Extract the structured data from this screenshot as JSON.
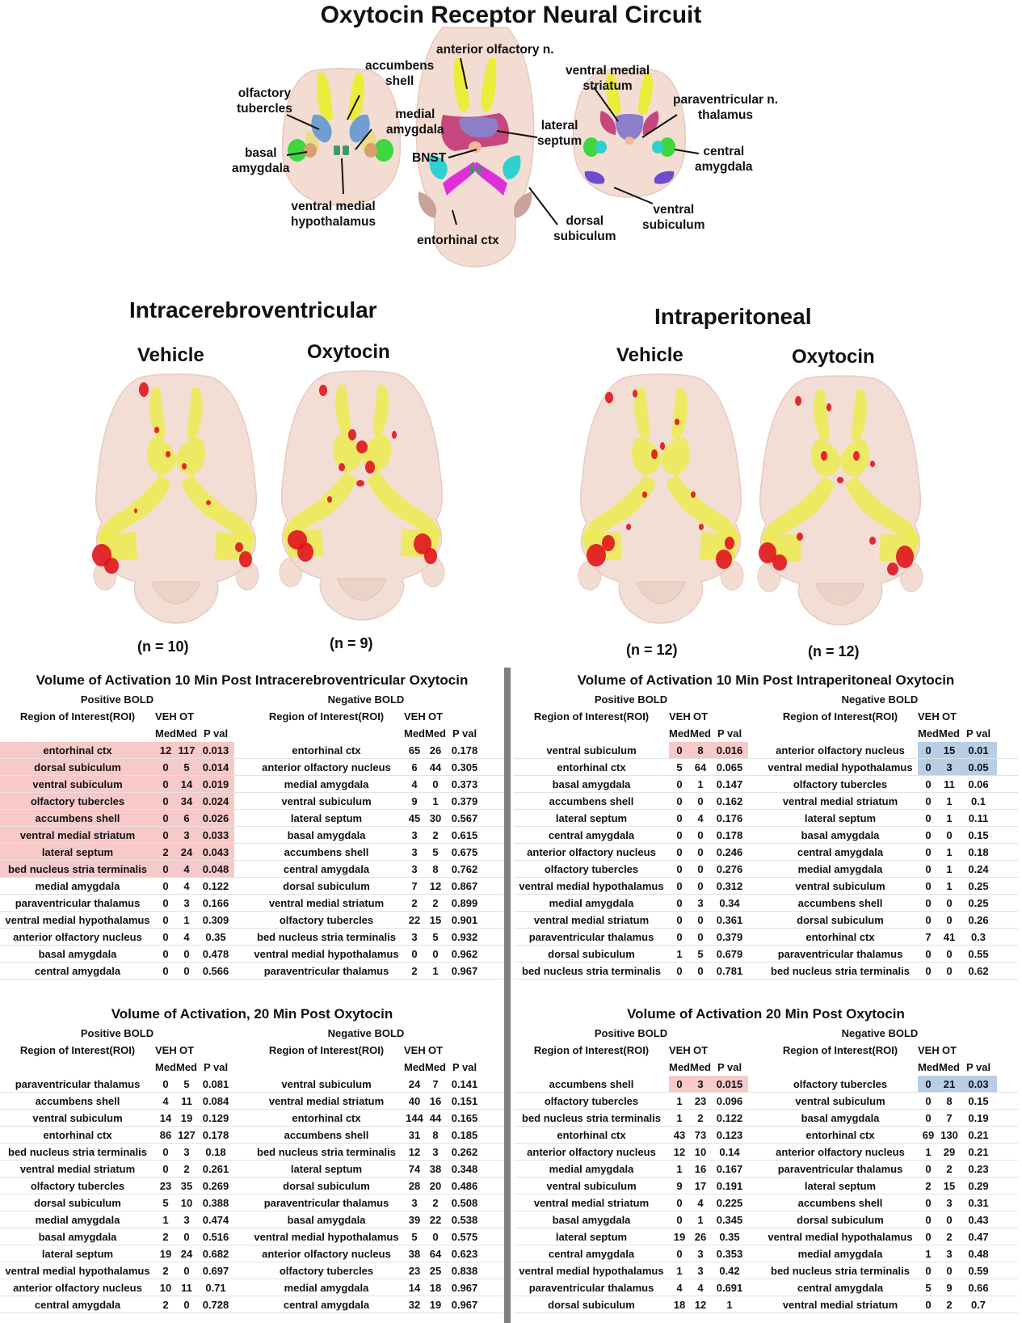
{
  "figure": {
    "title": "Oxytocin Receptor Neural Circuit",
    "labels": {
      "anterior_olfactory": "anterior olfactory n.",
      "accumbens_shell": [
        "accumbens",
        "shell"
      ],
      "olfactory_tubercles": [
        "olfactory",
        "tubercles"
      ],
      "medial_amygdala": [
        "medial",
        "amygdala"
      ],
      "basal_amygdala": [
        "basal",
        "amygdala"
      ],
      "ventral_medial_hypothalamus": [
        "ventral medial",
        "hypothalamus"
      ],
      "ventral_medial_striatum": [
        "ventral medial",
        "striatum"
      ],
      "lateral_septum": [
        "lateral",
        "septum"
      ],
      "bnst": "BNST",
      "paraventricular_thalamus": [
        "paraventricular n.",
        "thalamus"
      ],
      "central_amygdala": [
        "central",
        "amygdala"
      ],
      "ventral_subiculum": [
        "ventral",
        "subiculum"
      ],
      "dorsal_subiculum": [
        "dorsal",
        "subiculum"
      ],
      "entorhinal_ctx": "entorhinal ctx"
    },
    "icv": {
      "heading": "Intracerebroventricular",
      "vehicle": "Vehicle",
      "oxytocin": "Oxytocin",
      "n_vehicle": "(n = 10)",
      "n_oxytocin": "(n = 9)"
    },
    "ip": {
      "heading": "Intraperitoneal",
      "vehicle": "Vehicle",
      "oxytocin": "Oxytocin",
      "n_vehicle": "(n = 12)",
      "n_oxytocin": "(n = 12)"
    }
  },
  "headers": {
    "positive": "Positive BOLD",
    "negative": "Negative BOLD",
    "roi": "Region of Interest(ROI)",
    "veh": "VEH",
    "ot": "OT",
    "med_veh": "Med",
    "med_ot": "Med",
    "pval": "P val"
  },
  "colors": {
    "pink_highlight": "#f8c9c9",
    "blue_highlight": "#b8cde6",
    "activation": "#e0141e",
    "roi_yellow": "#ecec3c",
    "divider": "#7f7f7f"
  },
  "tables": [
    {
      "title": "Volume of Activation 10 Min Post Intracerebroventricular Oxytocin",
      "positive": [
        {
          "roi": "entorhinal ctx",
          "veh": "12",
          "ot": "117",
          "p": "0.013",
          "hl": "pink"
        },
        {
          "roi": "dorsal subiculum",
          "veh": "0",
          "ot": "5",
          "p": "0.014",
          "hl": "pink"
        },
        {
          "roi": "ventral subiculum",
          "veh": "0",
          "ot": "14",
          "p": "0.019",
          "hl": "pink"
        },
        {
          "roi": "olfactory tubercles",
          "veh": "0",
          "ot": "34",
          "p": "0.024",
          "hl": "pink"
        },
        {
          "roi": "accumbens shell",
          "veh": "0",
          "ot": "6",
          "p": "0.026",
          "hl": "pink"
        },
        {
          "roi": "ventral medial striatum",
          "veh": "0",
          "ot": "3",
          "p": "0.033",
          "hl": "pink"
        },
        {
          "roi": "lateral septum",
          "veh": "2",
          "ot": "24",
          "p": "0.043",
          "hl": "pink"
        },
        {
          "roi": "bed nucleus stria terminalis",
          "veh": "0",
          "ot": "4",
          "p": "0.048",
          "hl": "pink"
        },
        {
          "roi": "medial amygdala",
          "veh": "0",
          "ot": "4",
          "p": "0.122",
          "hl": ""
        },
        {
          "roi": "paraventricular thalamus",
          "veh": "0",
          "ot": "3",
          "p": "0.166",
          "hl": ""
        },
        {
          "roi": "ventral medial hypothalamus",
          "veh": "0",
          "ot": "1",
          "p": "0.309",
          "hl": ""
        },
        {
          "roi": "anterior olfactory nucleus",
          "veh": "0",
          "ot": "4",
          "p": "0.35",
          "hl": ""
        },
        {
          "roi": "basal amygdala",
          "veh": "0",
          "ot": "0",
          "p": "0.478",
          "hl": ""
        },
        {
          "roi": "central amygdala",
          "veh": "0",
          "ot": "0",
          "p": "0.566",
          "hl": ""
        }
      ],
      "negative": [
        {
          "roi": "entorhinal ctx",
          "veh": "65",
          "ot": "26",
          "p": "0.178",
          "hl": ""
        },
        {
          "roi": "anterior olfactory nucleus",
          "veh": "6",
          "ot": "44",
          "p": "0.305",
          "hl": ""
        },
        {
          "roi": "medial amygdala",
          "veh": "4",
          "ot": "0",
          "p": "0.373",
          "hl": ""
        },
        {
          "roi": "ventral subiculum",
          "veh": "9",
          "ot": "1",
          "p": "0.379",
          "hl": ""
        },
        {
          "roi": "lateral septum",
          "veh": "45",
          "ot": "30",
          "p": "0.567",
          "hl": ""
        },
        {
          "roi": "basal amygdala",
          "veh": "3",
          "ot": "2",
          "p": "0.615",
          "hl": ""
        },
        {
          "roi": "accumbens shell",
          "veh": "3",
          "ot": "5",
          "p": "0.675",
          "hl": ""
        },
        {
          "roi": "central amygdala",
          "veh": "3",
          "ot": "8",
          "p": "0.762",
          "hl": ""
        },
        {
          "roi": "dorsal subiculum",
          "veh": "7",
          "ot": "12",
          "p": "0.867",
          "hl": ""
        },
        {
          "roi": "ventral medial striatum",
          "veh": "2",
          "ot": "2",
          "p": "0.899",
          "hl": ""
        },
        {
          "roi": "olfactory tubercles",
          "veh": "22",
          "ot": "15",
          "p": "0.901",
          "hl": ""
        },
        {
          "roi": "bed nucleus stria terminalis",
          "veh": "3",
          "ot": "5",
          "p": "0.932",
          "hl": ""
        },
        {
          "roi": "ventral medial hypothalamus",
          "veh": "0",
          "ot": "0",
          "p": "0.962",
          "hl": ""
        },
        {
          "roi": "paraventricular thalamus",
          "veh": "2",
          "ot": "1",
          "p": "0.967",
          "hl": ""
        }
      ]
    },
    {
      "title": "Volume of Activation 10 Min Post Intraperitoneal Oxytocin",
      "positive": [
        {
          "roi": "ventral subiculum",
          "veh": "0",
          "ot": "8",
          "p": "0.016",
          "hl": "pink-num"
        },
        {
          "roi": "entorhinal ctx",
          "veh": "5",
          "ot": "64",
          "p": "0.065",
          "hl": ""
        },
        {
          "roi": "basal amygdala",
          "veh": "0",
          "ot": "1",
          "p": "0.147",
          "hl": ""
        },
        {
          "roi": "accumbens shell",
          "veh": "0",
          "ot": "0",
          "p": "0.162",
          "hl": ""
        },
        {
          "roi": "lateral septum",
          "veh": "0",
          "ot": "4",
          "p": "0.176",
          "hl": ""
        },
        {
          "roi": "central amygdala",
          "veh": "0",
          "ot": "0",
          "p": "0.178",
          "hl": ""
        },
        {
          "roi": "anterior olfactory nucleus",
          "veh": "0",
          "ot": "0",
          "p": "0.246",
          "hl": ""
        },
        {
          "roi": "olfactory tubercles",
          "veh": "0",
          "ot": "0",
          "p": "0.276",
          "hl": ""
        },
        {
          "roi": "ventral medial hypothalamus",
          "veh": "0",
          "ot": "0",
          "p": "0.312",
          "hl": ""
        },
        {
          "roi": "medial amygdala",
          "veh": "0",
          "ot": "3",
          "p": "0.34",
          "hl": ""
        },
        {
          "roi": "ventral medial striatum",
          "veh": "0",
          "ot": "0",
          "p": "0.361",
          "hl": ""
        },
        {
          "roi": "paraventricular thalamus",
          "veh": "0",
          "ot": "0",
          "p": "0.379",
          "hl": ""
        },
        {
          "roi": "dorsal subiculum",
          "veh": "1",
          "ot": "5",
          "p": "0.679",
          "hl": ""
        },
        {
          "roi": "bed nucleus stria terminalis",
          "veh": "0",
          "ot": "0",
          "p": "0.781",
          "hl": ""
        }
      ],
      "negative": [
        {
          "roi": "anterior olfactory nucleus",
          "veh": "0",
          "ot": "15",
          "p": "0.01",
          "hl": "blue-num"
        },
        {
          "roi": "ventral medial hypothalamus",
          "veh": "0",
          "ot": "3",
          "p": "0.05",
          "hl": "blue-num"
        },
        {
          "roi": "olfactory tubercles",
          "veh": "0",
          "ot": "11",
          "p": "0.06",
          "hl": ""
        },
        {
          "roi": "ventral medial striatum",
          "veh": "0",
          "ot": "1",
          "p": "0.1",
          "hl": ""
        },
        {
          "roi": "lateral septum",
          "veh": "0",
          "ot": "1",
          "p": "0.11",
          "hl": ""
        },
        {
          "roi": "basal amygdala",
          "veh": "0",
          "ot": "0",
          "p": "0.15",
          "hl": ""
        },
        {
          "roi": "central amygdala",
          "veh": "0",
          "ot": "1",
          "p": "0.18",
          "hl": ""
        },
        {
          "roi": "medial amygdala",
          "veh": "0",
          "ot": "1",
          "p": "0.24",
          "hl": ""
        },
        {
          "roi": "ventral subiculum",
          "veh": "0",
          "ot": "1",
          "p": "0.25",
          "hl": ""
        },
        {
          "roi": "accumbens shell",
          "veh": "0",
          "ot": "0",
          "p": "0.25",
          "hl": ""
        },
        {
          "roi": "dorsal subiculum",
          "veh": "0",
          "ot": "0",
          "p": "0.26",
          "hl": ""
        },
        {
          "roi": "entorhinal ctx",
          "veh": "7",
          "ot": "41",
          "p": "0.3",
          "hl": ""
        },
        {
          "roi": "paraventricular thalamus",
          "veh": "0",
          "ot": "0",
          "p": "0.55",
          "hl": ""
        },
        {
          "roi": "bed nucleus stria terminalis",
          "veh": "0",
          "ot": "0",
          "p": "0.62",
          "hl": ""
        }
      ]
    },
    {
      "title": "Volume of Activation,  20 Min Post Oxytocin",
      "positive": [
        {
          "roi": "paraventricular thalamus",
          "veh": "0",
          "ot": "5",
          "p": "0.081",
          "hl": ""
        },
        {
          "roi": "accumbens shell",
          "veh": "4",
          "ot": "11",
          "p": "0.084",
          "hl": ""
        },
        {
          "roi": "ventral subiculum",
          "veh": "14",
          "ot": "19",
          "p": "0.129",
          "hl": ""
        },
        {
          "roi": "entorhinal ctx",
          "veh": "86",
          "ot": "127",
          "p": "0.178",
          "hl": ""
        },
        {
          "roi": "bed nucleus stria terminalis",
          "veh": "0",
          "ot": "3",
          "p": "0.18",
          "hl": ""
        },
        {
          "roi": "ventral medial striatum",
          "veh": "0",
          "ot": "2",
          "p": "0.261",
          "hl": ""
        },
        {
          "roi": "olfactory tubercles",
          "veh": "23",
          "ot": "35",
          "p": "0.269",
          "hl": ""
        },
        {
          "roi": "dorsal subiculum",
          "veh": "5",
          "ot": "10",
          "p": "0.388",
          "hl": ""
        },
        {
          "roi": "medial amygdala",
          "veh": "1",
          "ot": "3",
          "p": "0.474",
          "hl": ""
        },
        {
          "roi": "basal amygdala",
          "veh": "2",
          "ot": "0",
          "p": "0.516",
          "hl": ""
        },
        {
          "roi": "lateral septum",
          "veh": "19",
          "ot": "24",
          "p": "0.682",
          "hl": ""
        },
        {
          "roi": "ventral medial hypothalamus",
          "veh": "2",
          "ot": "0",
          "p": "0.697",
          "hl": ""
        },
        {
          "roi": "anterior olfactory nucleus",
          "veh": "10",
          "ot": "11",
          "p": "0.71",
          "hl": ""
        },
        {
          "roi": "central amygdala",
          "veh": "2",
          "ot": "0",
          "p": "0.728",
          "hl": ""
        }
      ],
      "negative": [
        {
          "roi": "ventral subiculum",
          "veh": "24",
          "ot": "7",
          "p": "0.141",
          "hl": ""
        },
        {
          "roi": "ventral medial striatum",
          "veh": "40",
          "ot": "16",
          "p": "0.151",
          "hl": ""
        },
        {
          "roi": "entorhinal ctx",
          "veh": "144",
          "ot": "44",
          "p": "0.165",
          "hl": ""
        },
        {
          "roi": "accumbens shell",
          "veh": "31",
          "ot": "8",
          "p": "0.185",
          "hl": ""
        },
        {
          "roi": "bed nucleus stria terminalis",
          "veh": "12",
          "ot": "3",
          "p": "0.262",
          "hl": ""
        },
        {
          "roi": "lateral septum",
          "veh": "74",
          "ot": "38",
          "p": "0.348",
          "hl": ""
        },
        {
          "roi": "dorsal subiculum",
          "veh": "28",
          "ot": "20",
          "p": "0.486",
          "hl": ""
        },
        {
          "roi": "paraventricular thalamus",
          "veh": "3",
          "ot": "2",
          "p": "0.508",
          "hl": ""
        },
        {
          "roi": "basal amygdala",
          "veh": "39",
          "ot": "22",
          "p": "0.538",
          "hl": ""
        },
        {
          "roi": "ventral medial hypothalamus",
          "veh": "5",
          "ot": "0",
          "p": "0.575",
          "hl": ""
        },
        {
          "roi": "anterior olfactory nucleus",
          "veh": "38",
          "ot": "64",
          "p": "0.623",
          "hl": ""
        },
        {
          "roi": "olfactory tubercles",
          "veh": "23",
          "ot": "25",
          "p": "0.838",
          "hl": ""
        },
        {
          "roi": "medial amygdala",
          "veh": "14",
          "ot": "18",
          "p": "0.967",
          "hl": ""
        },
        {
          "roi": "central amygdala",
          "veh": "32",
          "ot": "19",
          "p": "0.967",
          "hl": ""
        }
      ]
    },
    {
      "title": "Volume of Activation 20 Min Post Oxytocin",
      "positive": [
        {
          "roi": "accumbens shell",
          "veh": "0",
          "ot": "3",
          "p": "0.015",
          "hl": "pink-num"
        },
        {
          "roi": "olfactory tubercles",
          "veh": "1",
          "ot": "23",
          "p": "0.096",
          "hl": ""
        },
        {
          "roi": "bed nucleus stria terminalis",
          "veh": "1",
          "ot": "2",
          "p": "0.122",
          "hl": ""
        },
        {
          "roi": "entorhinal ctx",
          "veh": "43",
          "ot": "73",
          "p": "0.123",
          "hl": ""
        },
        {
          "roi": "anterior olfactory nucleus",
          "veh": "12",
          "ot": "10",
          "p": "0.14",
          "hl": ""
        },
        {
          "roi": "medial amygdala",
          "veh": "1",
          "ot": "16",
          "p": "0.167",
          "hl": ""
        },
        {
          "roi": "ventral subiculum",
          "veh": "9",
          "ot": "17",
          "p": "0.191",
          "hl": ""
        },
        {
          "roi": "ventral medial striatum",
          "veh": "0",
          "ot": "4",
          "p": "0.225",
          "hl": ""
        },
        {
          "roi": "basal amygdala",
          "veh": "0",
          "ot": "1",
          "p": "0.345",
          "hl": ""
        },
        {
          "roi": "lateral septum",
          "veh": "19",
          "ot": "26",
          "p": "0.35",
          "hl": ""
        },
        {
          "roi": "central amygdala",
          "veh": "0",
          "ot": "3",
          "p": "0.353",
          "hl": ""
        },
        {
          "roi": "ventral medial hypothalamus",
          "veh": "1",
          "ot": "3",
          "p": "0.42",
          "hl": ""
        },
        {
          "roi": "paraventricular thalamus",
          "veh": "4",
          "ot": "4",
          "p": "0.691",
          "hl": ""
        },
        {
          "roi": "dorsal subiculum",
          "veh": "18",
          "ot": "12",
          "p": "1",
          "hl": ""
        }
      ],
      "negative": [
        {
          "roi": "olfactory tubercles",
          "veh": "0",
          "ot": "21",
          "p": "0.03",
          "hl": "blue-num"
        },
        {
          "roi": "ventral subiculum",
          "veh": "0",
          "ot": "8",
          "p": "0.15",
          "hl": ""
        },
        {
          "roi": "basal amygdala",
          "veh": "0",
          "ot": "7",
          "p": "0.19",
          "hl": ""
        },
        {
          "roi": "entorhinal ctx",
          "veh": "69",
          "ot": "130",
          "p": "0.21",
          "hl": ""
        },
        {
          "roi": "anterior olfactory nucleus",
          "veh": "1",
          "ot": "29",
          "p": "0.21",
          "hl": ""
        },
        {
          "roi": "paraventricular thalamus",
          "veh": "0",
          "ot": "2",
          "p": "0.23",
          "hl": ""
        },
        {
          "roi": "lateral septum",
          "veh": "2",
          "ot": "15",
          "p": "0.29",
          "hl": ""
        },
        {
          "roi": "accumbens shell",
          "veh": "0",
          "ot": "3",
          "p": "0.31",
          "hl": ""
        },
        {
          "roi": "dorsal subiculum",
          "veh": "0",
          "ot": "0",
          "p": "0.43",
          "hl": ""
        },
        {
          "roi": "ventral medial hypothalamus",
          "veh": "0",
          "ot": "2",
          "p": "0.47",
          "hl": ""
        },
        {
          "roi": "medial amygdala",
          "veh": "1",
          "ot": "3",
          "p": "0.48",
          "hl": ""
        },
        {
          "roi": "bed nucleus stria terminalis",
          "veh": "0",
          "ot": "0",
          "p": "0.59",
          "hl": ""
        },
        {
          "roi": "central amygdala",
          "veh": "5",
          "ot": "9",
          "p": "0.66",
          "hl": ""
        },
        {
          "roi": "ventral medial striatum",
          "veh": "0",
          "ot": "2",
          "p": "0.7",
          "hl": ""
        }
      ]
    }
  ]
}
